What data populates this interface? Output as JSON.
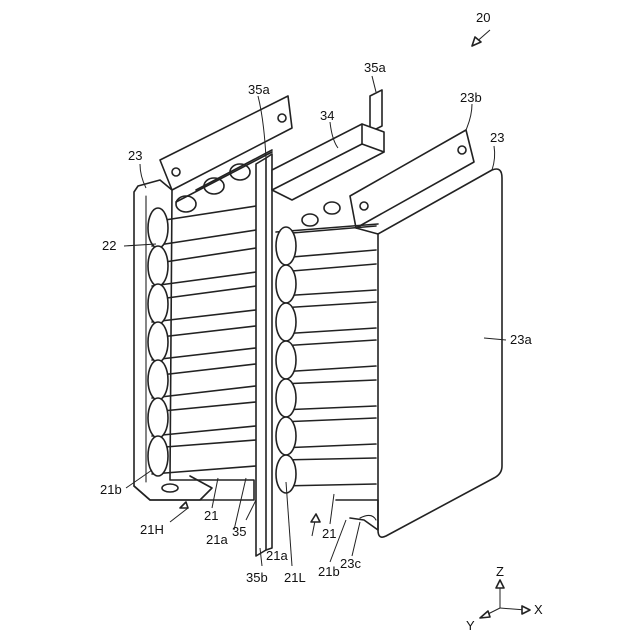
{
  "figure": {
    "number": "20",
    "labels": {
      "l_35a_top": "35a",
      "l_35a": "35a",
      "l_23b": "23b",
      "l_34": "34",
      "l_23_left": "23",
      "l_23_right": "23",
      "l_22": "22",
      "l_23a": "23a",
      "l_21b_left": "21b",
      "l_21H": "21H",
      "l_21_left": "21",
      "l_21a_left": "21a",
      "l_35": "35",
      "l_35b": "35b",
      "l_21a_mid": "21a",
      "l_21L": "21L",
      "l_21_right": "21",
      "l_21b_right": "21b",
      "l_23c": "23c"
    },
    "axes": {
      "z": "Z",
      "y": "Y",
      "x": "X"
    }
  }
}
